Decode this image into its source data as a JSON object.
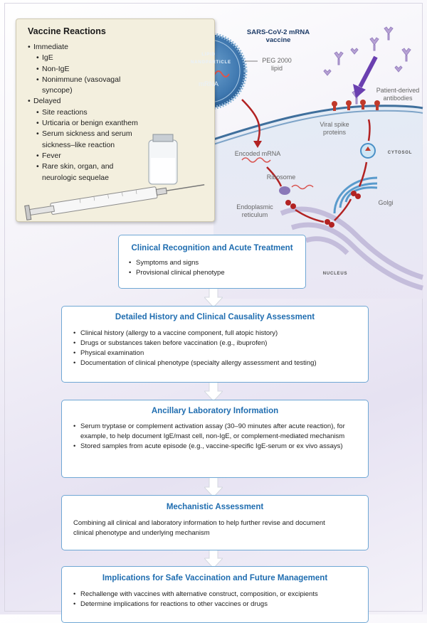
{
  "reactions_panel": {
    "title": "Vaccine Reactions",
    "items": [
      {
        "text": "Immediate",
        "level": 1
      },
      {
        "text": "IgE",
        "level": 2
      },
      {
        "text": "Non-IgE",
        "level": 2
      },
      {
        "text": "Nonimmune (vasovagal",
        "level": 2
      },
      {
        "text": "syncope)",
        "level": 3
      },
      {
        "text": "Delayed",
        "level": 1
      },
      {
        "text": "Site reactions",
        "level": 2
      },
      {
        "text": "Urticaria or benign exanthem",
        "level": 2
      },
      {
        "text": "Serum sickness and serum",
        "level": 2
      },
      {
        "text": "sickness–like reaction",
        "level": 3
      },
      {
        "text": "Fever",
        "level": 2
      },
      {
        "text": "Rare skin, organ, and",
        "level": 2
      },
      {
        "text": "neurologic sequelae",
        "level": 3
      }
    ]
  },
  "illustration": {
    "vaccine_title": "SARS-CoV-2 mRNA vaccine",
    "lipid_nanoparticle": "LIPID NANOPARTICLE",
    "mrna": "mRNA",
    "peg": "PEG 2000 lipid",
    "antibodies": "Patient-derived antibodies",
    "spike": "Viral spike proteins",
    "cytosol": "CYTOSOL",
    "encoded_mrna": "Encoded mRNA",
    "ribosome": "Ribosome",
    "golgi": "Golgi",
    "er": "Endoplasmic reticulum",
    "nucleus": "NUCLEUS"
  },
  "steps": [
    {
      "title": "Clinical Recognition and Acute Treatment",
      "bullets": [
        "Symptoms and signs",
        "Provisional clinical phenotype"
      ]
    },
    {
      "title": "Detailed History and Clinical Causality Assessment",
      "bullets": [
        "Clinical history (allergy to a vaccine component, full atopic history)",
        "Drugs or substances taken before vaccination (e.g., ibuprofen)",
        "Physical examination",
        "Documentation of clinical phenotype (specialty allergy assessment and testing)"
      ]
    },
    {
      "title": "Ancillary Laboratory Information",
      "bullets": [
        "Serum tryptase or complement activation assay (30–90 minutes after acute reaction), for example, to help document IgE/mast cell, non-IgE, or complement-mediated mechanism",
        "Stored samples from acute episode (e.g., vaccine-specific IgE-serum or ex vivo assays)"
      ]
    },
    {
      "title": "Mechanistic Assessment",
      "text": "Combining all clinical and laboratory information to help further revise and document clinical phenotype and underlying mechanism"
    },
    {
      "title": "Implications for Safe Vaccination and Future Management",
      "bullets": [
        "Rechallenge with vaccines with alternative construct, composition, or excipients",
        "Determine implications for reactions to other vaccines or drugs"
      ]
    }
  ]
}
